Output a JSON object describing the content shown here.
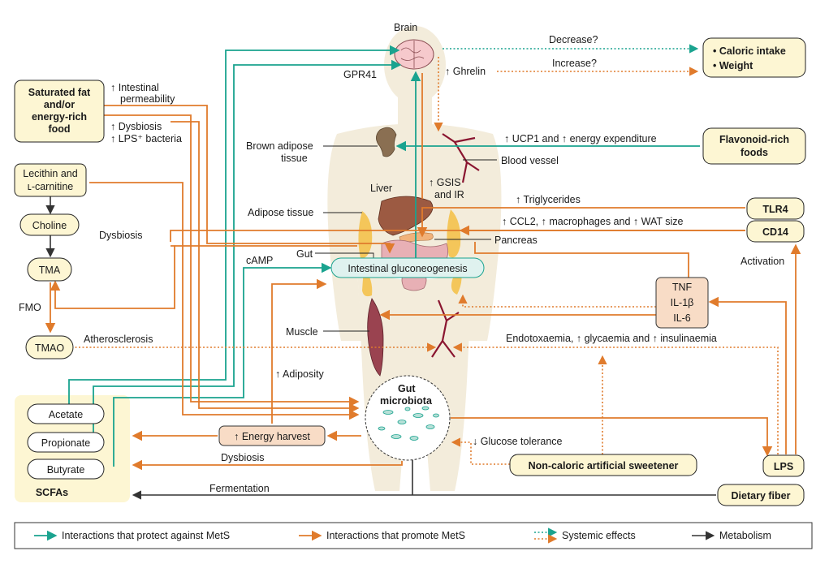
{
  "nodes": {
    "brain": "Brain",
    "gpr41": "GPR41",
    "ghrelin": "↑ Ghrelin",
    "decrease": "Decrease?",
    "increase": "Increase?",
    "caloric_intake": "• Caloric intake",
    "weight": "• Weight",
    "sat_fat": [
      "Saturated fat",
      "and/or",
      "energy-rich",
      "food"
    ],
    "intestinal_perm": [
      "↑ Intestinal",
      "permeability"
    ],
    "dysbiosis_lps": [
      "↑ Dysbiosis",
      "↑ LPS⁺ bacteria"
    ],
    "lecithin": [
      "Lecithin and",
      "ʟ-carnitine"
    ],
    "choline": "Choline",
    "dysbiosis1": "Dysbiosis",
    "tma": "TMA",
    "fmo": "FMO",
    "tmao": "TMAO",
    "atherosclerosis": "Atherosclerosis",
    "brown_adipose": [
      "Brown adipose",
      "tissue"
    ],
    "ucp1": "↑ UCP1 and ↑ energy expenditure",
    "flavonoid": [
      "Flavonoid-rich",
      "foods"
    ],
    "blood_vessel": "Blood vessel",
    "liver": "Liver",
    "gsis": [
      "↑ GSIS",
      "and IR"
    ],
    "triglycerides": "↑ Triglycerides",
    "tlr4": "TLR4",
    "adipose_tissue": "Adipose tissue",
    "ccl2": "↑ CCL2, ↑ macrophages and ↑ WAT size",
    "cd14": "CD14",
    "pancreas": "Pancreas",
    "gut": "Gut",
    "camp": "cAMP",
    "intestinal_gluco": "Intestinal gluconeogenesis",
    "activation": "Activation",
    "cytokines": [
      "TNF",
      "IL-1β",
      "IL-6"
    ],
    "muscle": "Muscle",
    "endotox": "Endotoxaemia, ↑ glycaemia and ↑ insulinaemia",
    "adiposity": "↑ Adiposity",
    "gut_microbiota": [
      "Gut",
      "microbiota"
    ],
    "acetate": "Acetate",
    "propionate": "Propionate",
    "butyrate": "Butyrate",
    "energy_harvest": "↑ Energy harvest",
    "glucose_tol": "↓ Glucose tolerance",
    "dysbiosis2": "Dysbiosis",
    "nas": "Non-caloric artificial sweetener",
    "lps": "LPS",
    "scfas": "SCFAs",
    "fermentation": "Fermentation",
    "dietary_fiber": "Dietary fiber"
  },
  "legend": {
    "protect": "Interactions that protect against MetS",
    "promote": "Interactions that promote MetS",
    "systemic": "Systemic effects",
    "metabolism": "Metabolism"
  },
  "colors": {
    "promote": "#e07b2c",
    "protect": "#1aa38f",
    "metabolism": "#333333",
    "box_fill": "#fdf6d3",
    "body_fill": "#f3ecdb",
    "energy_box": "#f8dcc6"
  }
}
